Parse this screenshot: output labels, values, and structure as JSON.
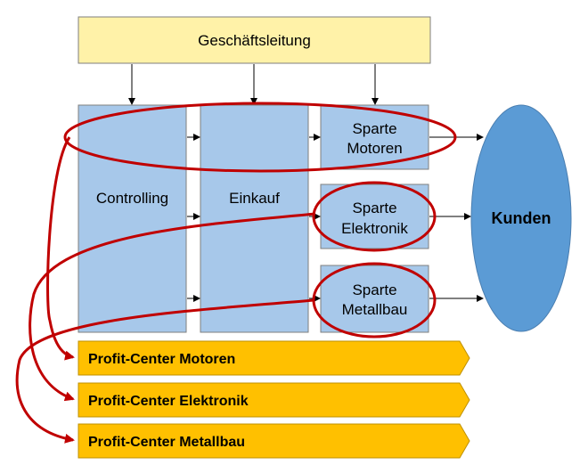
{
  "management": {
    "label": "Geschäftsleitung"
  },
  "departments": {
    "controlling": "Controlling",
    "purchasing": "Einkauf"
  },
  "divisions": [
    {
      "line1": "Sparte",
      "line2": "Motoren"
    },
    {
      "line1": "Sparte",
      "line2": "Elektronik"
    },
    {
      "line1": "Sparte",
      "line2": "Metallbau"
    }
  ],
  "customers": {
    "label": "Kunden"
  },
  "profit_centers": [
    {
      "label": "Profit-Center Motoren"
    },
    {
      "label": "Profit-Center Elektronik"
    },
    {
      "label": "Profit-Center Metallbau"
    }
  ],
  "colors": {
    "management_fill": "#FFF2A8",
    "department_fill": "#A7C8EA",
    "customer_fill": "#5B9BD5",
    "profit_center_fill": "#FFC000",
    "highlight_stroke": "#C00000",
    "arrow": "#000000"
  }
}
